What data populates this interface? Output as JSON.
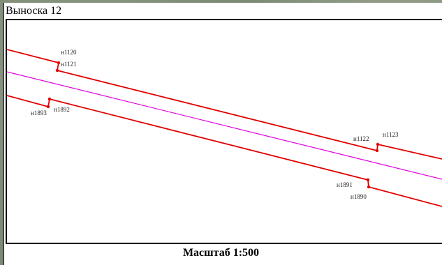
{
  "title": "Выноска 12",
  "scale_label": "Масштаб 1:500",
  "colors": {
    "boundary": "#e00000",
    "axis": "#e000e0",
    "point": "#e00000"
  },
  "points": {
    "p1120": "н1120",
    "p1121": "н1121",
    "p1122": "н1122",
    "p1123": "н1123",
    "p1890": "н1890",
    "p1891": "н1891",
    "p1892": "н1892",
    "p1893": "н1893"
  }
}
